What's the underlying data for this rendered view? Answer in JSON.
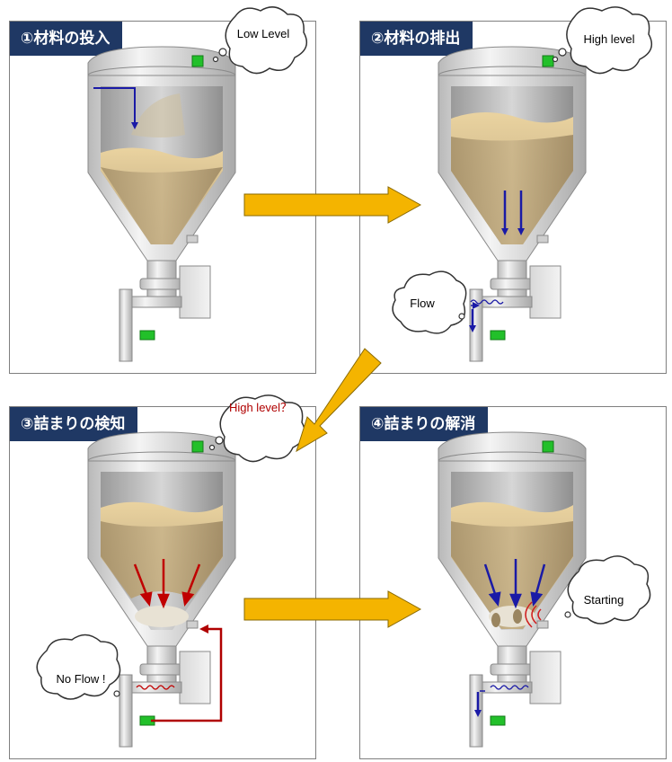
{
  "panels": [
    {
      "title": "①材料の投入",
      "bubble": "Low Level"
    },
    {
      "title": "②材料の排出",
      "bubble": "High level",
      "bubble2": "Flow"
    },
    {
      "title": "③詰まりの検知",
      "bubble": "High level？",
      "bubble2": "No Flow !"
    },
    {
      "title": "④詰まりの解消",
      "bubble": "Starting"
    }
  ],
  "colors": {
    "title_bg": "#1f3864",
    "arrow_flow": "#f2b705",
    "blue_arrow": "#1a1aa6",
    "red_arrow": "#b00000",
    "material": "#c8b48a",
    "sensor_green": "#22c02a"
  }
}
